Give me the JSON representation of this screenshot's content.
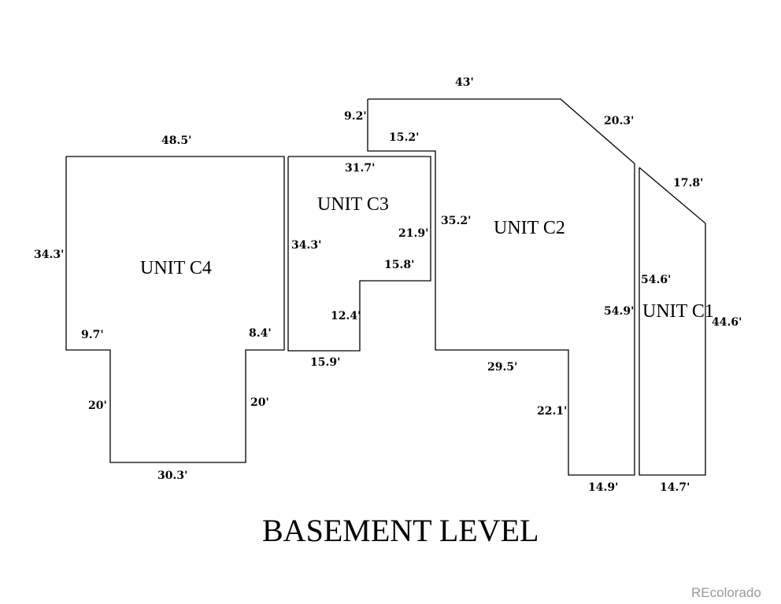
{
  "title": "BASEMENT LEVEL",
  "watermark": "REcolorado",
  "units": {
    "c4": {
      "name": "UNIT C4",
      "dims": {
        "top": "48.5'",
        "left": "34.3'",
        "step_left": "9.7'",
        "step_right": "8.4'",
        "lower_left": "20'",
        "lower_right": "20'",
        "bottom": "30.3'"
      }
    },
    "c3": {
      "name": "UNIT C3",
      "dims": {
        "top": "31.7'",
        "left": "34.3'",
        "right_upper": "21.9'",
        "notch": "15.8'",
        "notch_side": "12.4'",
        "bottom": "15.9'"
      }
    },
    "c2": {
      "name": "UNIT C2",
      "dims": {
        "top": "43'",
        "left_short": "9.2'",
        "jog": "15.2'",
        "diagonal": "20.3'",
        "left_long": "35.2'",
        "right": "54.9'",
        "step": "29.5'",
        "lower_side": "22.1'",
        "bottom": "14.9'"
      }
    },
    "c1": {
      "name": "UNIT C1",
      "dims": {
        "diagonal": "17.8'",
        "left": "54.6'",
        "right": "44.6'",
        "bottom": "14.7'"
      }
    }
  }
}
